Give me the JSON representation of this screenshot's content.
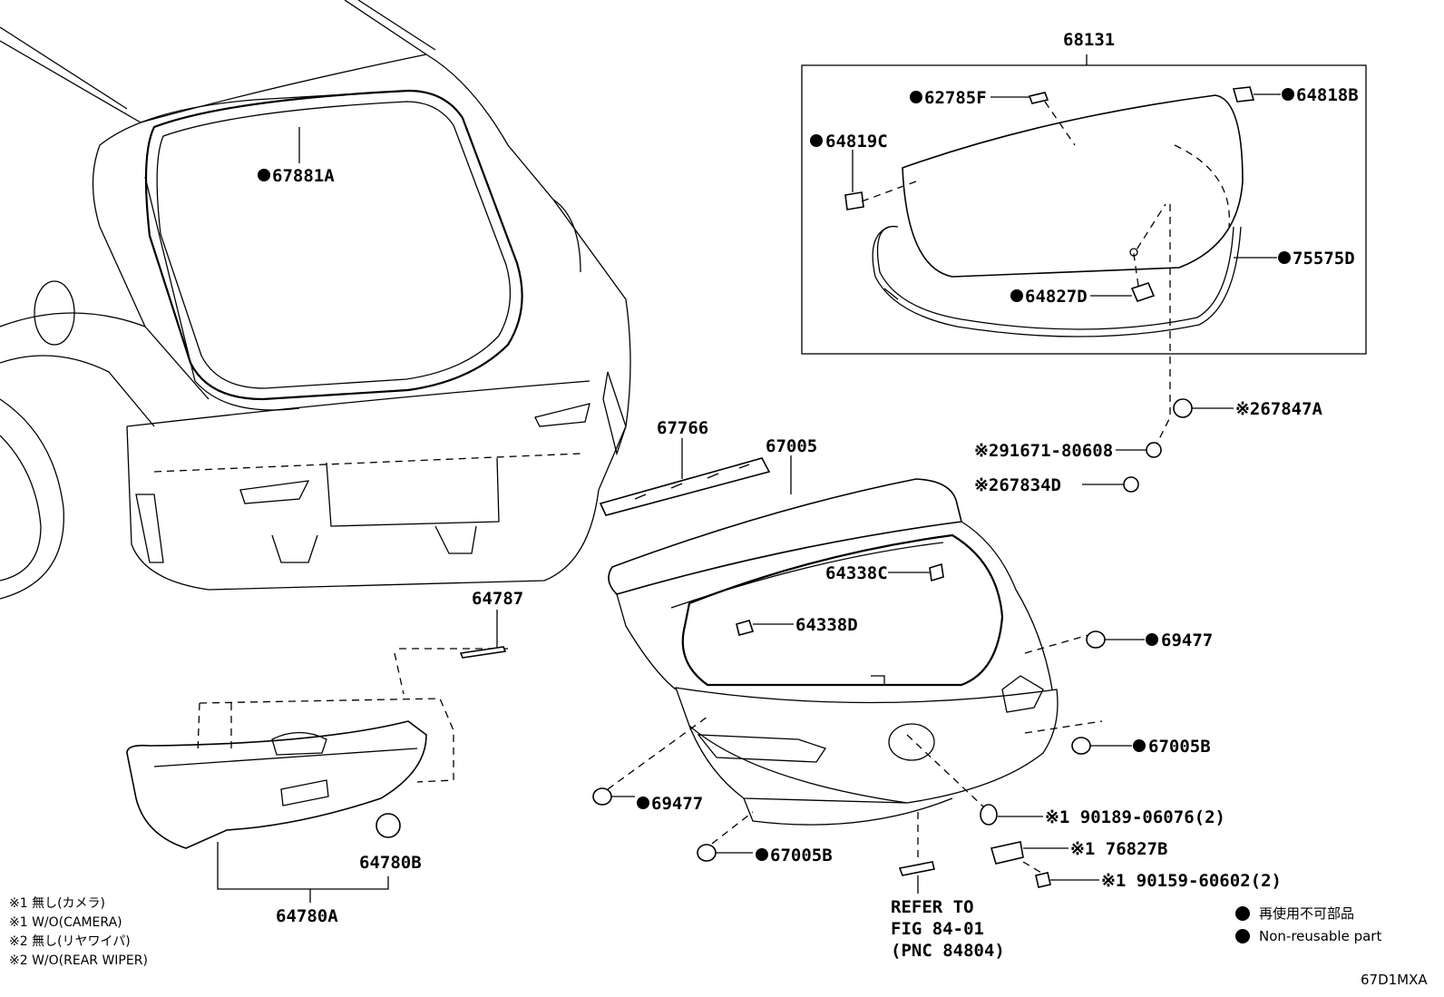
{
  "labels": {
    "p68131": "68131",
    "p62785F": "62785F",
    "p64818B": "64818B",
    "p64819C": "64819C",
    "p75575D": "75575D",
    "p64827D": "64827D",
    "p67881A": "67881A",
    "p67847A": "※267847A",
    "p91671": "※291671-80608",
    "p67834D": "※267834D",
    "p67766": "67766",
    "p67005": "67005",
    "p64338C": "64338C",
    "p64338D": "64338D",
    "p69477_r": "69477",
    "p67005B_r": "67005B",
    "p69477_l": "69477",
    "p67005B_l": "67005B",
    "p90189": "※1 90189-06076(2)",
    "p76827B": "※1 76827B",
    "p90159": "※1 90159-60602(2)",
    "p64787": "64787",
    "p64780B": "64780B",
    "p64780A": "64780A"
  },
  "refer": {
    "line1": "REFER TO",
    "line2": "FIG 84-01",
    "line3": "(PNC 84804)"
  },
  "notes": {
    "n1": "※1 無し(カメラ)",
    "n2": "※1 W/O(CAMERA)",
    "n3": "※2 無し(リヤワイパ)",
    "n4": "※2 W/O(REAR WIPER)"
  },
  "legend": {
    "jp": "再使用不可部品",
    "en": "Non-reusable part"
  },
  "diagram_code": "67D1MXA"
}
